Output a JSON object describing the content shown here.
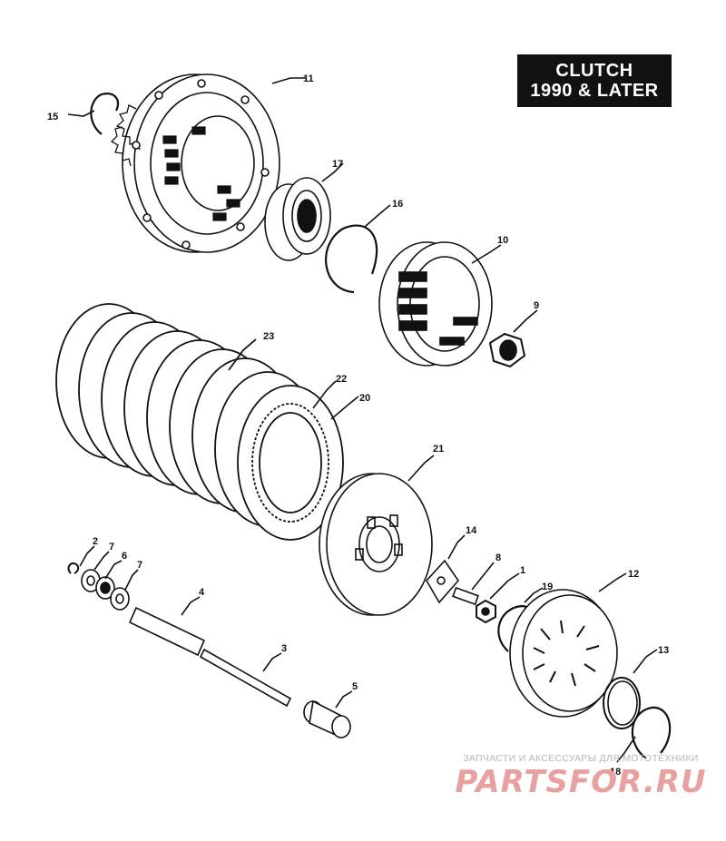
{
  "title": {
    "line1": "CLUTCH",
    "line2": "1990 & LATER"
  },
  "callouts": {
    "p1": "1",
    "p2": "2",
    "p3": "3",
    "p4": "4",
    "p5": "5",
    "p6": "6",
    "p7a": "7",
    "p7b": "7",
    "p8": "8",
    "p9": "9",
    "p10": "10",
    "p11": "11",
    "p12": "12",
    "p13": "13",
    "p14": "14",
    "p15": "15",
    "p16": "16",
    "p17": "17",
    "p18": "18",
    "p19": "19",
    "p20": "20",
    "p21": "21",
    "p22": "22",
    "p23": "23"
  },
  "watermark": {
    "tagline": "ЗАПЧАСТИ И АКСЕССУАРЫ ДЛЯ МОТОТЕХНИКИ",
    "logo": "PARTSFOR.RU"
  },
  "colors": {
    "ink": "#111111",
    "paper": "#ffffff",
    "watermark": "#e8a0a0"
  }
}
